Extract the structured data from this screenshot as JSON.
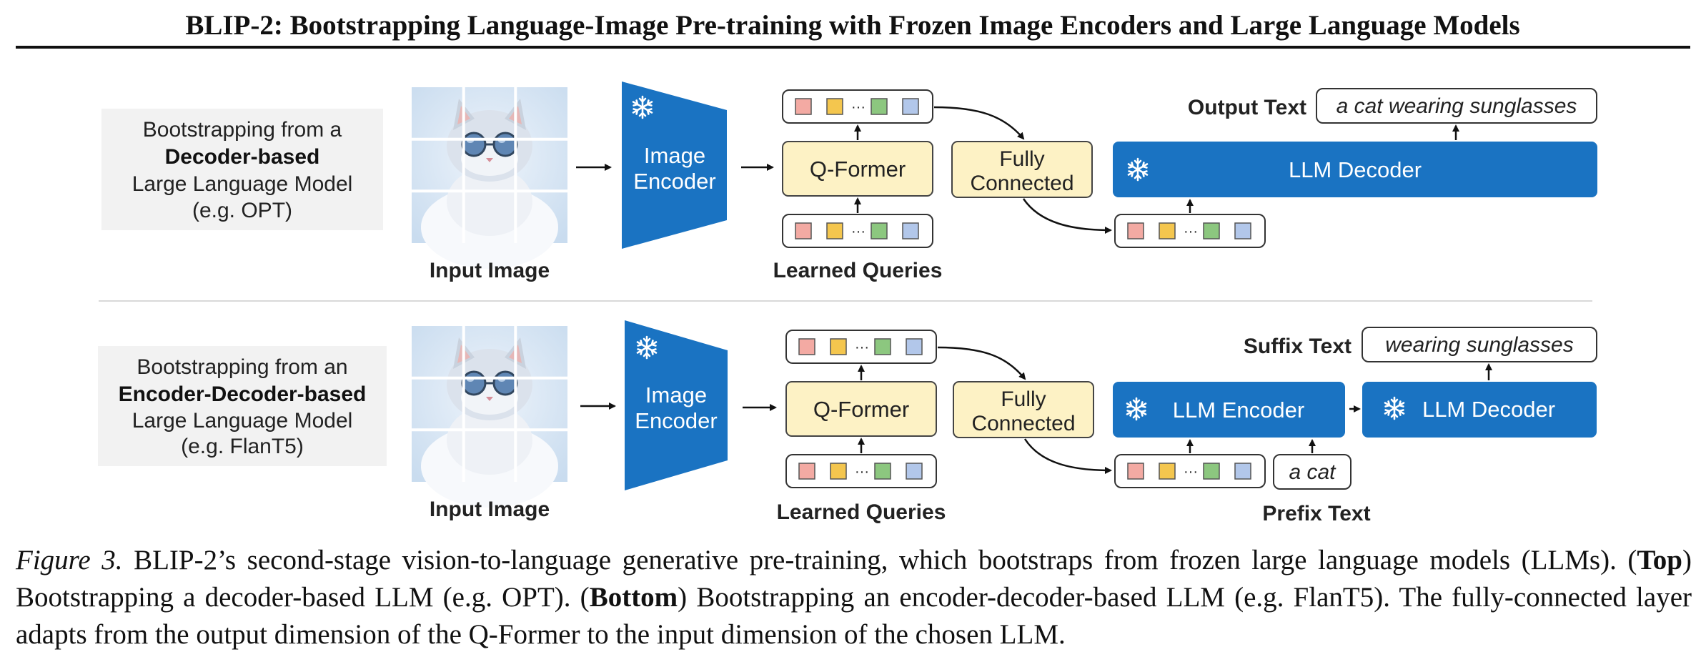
{
  "title": "BLIP-2: Bootstrapping Language-Image Pre-training with Frozen Image Encoders and Large Language Models",
  "colors": {
    "encoder_blue": "#1a73c2",
    "qformer_fill": "#fdf2c5",
    "side_box_fill": "#f2f2f2",
    "token_red": "#f3aaa3",
    "token_yellow": "#f4c64e",
    "token_green": "#8cc77f",
    "token_blue": "#b2c7ea",
    "rule_black": "#111111",
    "divider_gray": "#d9d9d9"
  },
  "icons": {
    "frozen": "snowflake-icon",
    "image": "cat-with-sunglasses-photo"
  },
  "token_ellipsis": "···",
  "top": {
    "side_line1": "Bootstrapping from a",
    "side_line2": "Decoder-based",
    "side_line3": "Large Language Model",
    "side_line4": "(e.g. OPT)",
    "input_image_label": "Input Image",
    "image_encoder_line1": "Image",
    "image_encoder_line2": "Encoder",
    "qformer": "Q-Former",
    "learned_queries": "Learned Queries",
    "fc_line1": "Fully",
    "fc_line2": "Connected",
    "llm_decoder": "LLM Decoder",
    "output_label": "Output Text",
    "output_text": "a cat wearing sunglasses"
  },
  "bottom": {
    "side_line1": "Bootstrapping from an",
    "side_line2": "Encoder-Decoder-based",
    "side_line3": "Large Language Model",
    "side_line4": "(e.g. FlanT5)",
    "input_image_label": "Input Image",
    "image_encoder_line1": "Image",
    "image_encoder_line2": "Encoder",
    "qformer": "Q-Former",
    "learned_queries": "Learned Queries",
    "fc_line1": "Fully",
    "fc_line2": "Connected",
    "llm_encoder": "LLM Encoder",
    "llm_decoder": "LLM Decoder",
    "suffix_label": "Suffix Text",
    "suffix_text": "wearing sunglasses",
    "prefix_box_text": "a cat",
    "prefix_label": "Prefix Text"
  },
  "caption": {
    "label": "Figure 3.",
    "text1": " BLIP-2’s second-stage vision-to-language generative pre-training, which bootstraps from frozen large language models (LLMs). (",
    "top_word": "Top",
    "text2": ") Bootstrapping a decoder-based LLM (e.g. OPT). (",
    "bottom_word": "Bottom",
    "text3": ") Bootstrapping an encoder-decoder-based LLM (e.g. FlanT5). The fully-connected layer adapts from the output dimension of the Q-Former to the input dimension of the chosen LLM."
  }
}
